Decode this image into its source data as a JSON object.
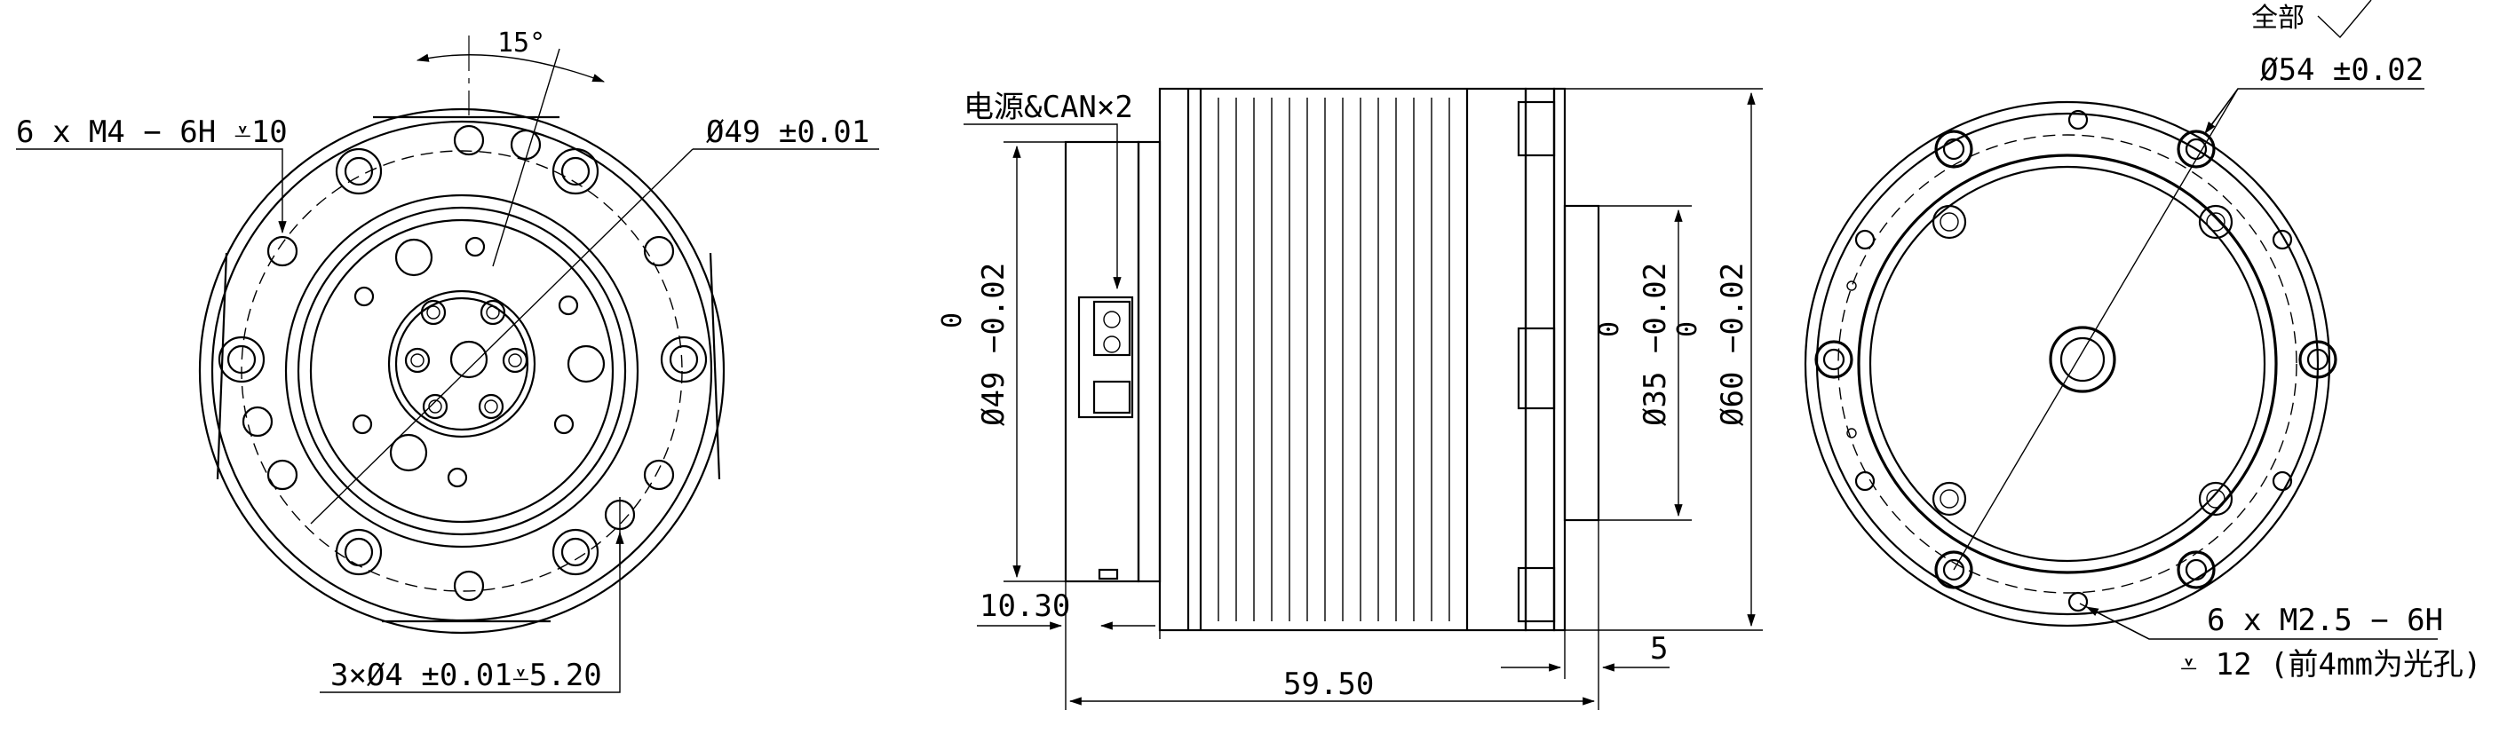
{
  "drawing": {
    "front_view": {
      "angle_label": "15°",
      "thread_label": "6 x  M4 − 6H ⩡10",
      "diameter_label": "Ø49 ±0.01",
      "pin_label": "3×Ø4 ±0.01⩡5.20"
    },
    "side_view": {
      "connector_label": "电源&CAN×2",
      "dim_49_zero": "0",
      "dim_49": "Ø49 −0.02",
      "dim_35_zero": "0",
      "dim_35": "Ø35 −0.02",
      "dim_60_zero": "0",
      "dim_60": "Ø60 −0.02",
      "dim_10_30": "10.30",
      "dim_59_50": "59.50",
      "dim_5": "5"
    },
    "rear_view": {
      "surface_label": "全部",
      "diameter_label": "Ø54 ±0.02",
      "thread_label_1": "6 x  M2.5 − 6H",
      "thread_label_2": "⩡ 12 (前4mm为光孔)"
    }
  }
}
